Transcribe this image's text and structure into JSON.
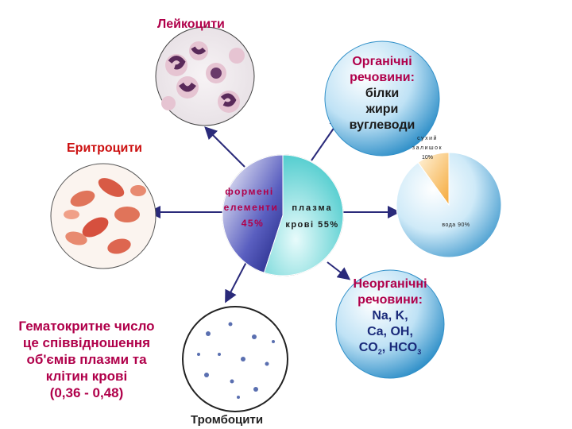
{
  "labels": {
    "leukocytes": "Лейкоцити",
    "erythrocytes": "Еритроцити",
    "thrombocytes": "Тромбоцити"
  },
  "organic": {
    "title_line1": "Органічні",
    "title_line2": "речовини:",
    "items": [
      "білки",
      "жири",
      "вуглеводи"
    ]
  },
  "inorganic": {
    "title_line1": "Неорганічні",
    "title_line2": "речовини:",
    "line1": "Na, K,",
    "line2": "Ca, OH,",
    "line3_a": "CO",
    "line3_sub1": "2",
    "line3_b": ", HCO",
    "line3_sub2": "3"
  },
  "hematocrit": {
    "lines": [
      "Гематокритне число",
      "це співвідношення",
      "об'ємів плазми та",
      "клітин крові",
      "(0,36 - 0,48)"
    ]
  },
  "colors": {
    "title_red": "#b0004a",
    "arrow_navy": "#2a2a7a",
    "bubble_blue": "#2f8fc8"
  },
  "chart_data": [
    {
      "type": "pie",
      "slices": [
        {
          "label_line1": "формені",
          "label_line2": "елементи",
          "value_text": "45%",
          "value": 45,
          "color": "#2e3596"
        },
        {
          "label_line1": "плазма",
          "label_line2": "крові 55%",
          "value": 55,
          "color": "#5fd4d4"
        }
      ]
    },
    {
      "type": "pie",
      "slices": [
        {
          "label_line1": "сухий",
          "label_line2": "залишок",
          "value_text": "10%",
          "value": 10,
          "color": "#f5a93a"
        },
        {
          "label": "вода 90%",
          "value": 90,
          "color": "#3aa0d8"
        }
      ]
    }
  ]
}
